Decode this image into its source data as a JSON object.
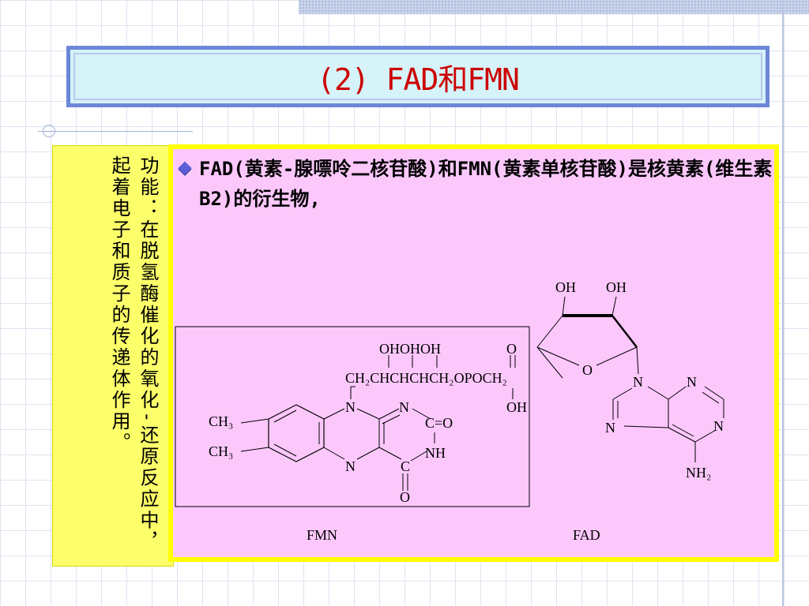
{
  "slide": {
    "title": "(2) FAD和FMN",
    "side_note": "功能：在脱氢酶催化的氧化-还原反应中，起着电子和质子的传递体作用。",
    "main_paragraph": "FAD(黄素-腺嘌呤二核苷酸)和FMN(黄素单核苷酸)是核黄素(维生素B2)的衍生物,"
  },
  "structure": {
    "ribitol_oh_row": "OHOHOH",
    "chain": "CH₂CHCHCHCH₂OPOCH₂",
    "phosphate_o": "O",
    "phosphate_oh": "OH",
    "ribose_oh_left": "OH",
    "ribose_oh_right": "OH",
    "ribose_o": "O",
    "methyl_top": "CH₃",
    "methyl_bottom": "CH₃",
    "flavin_n1": "N",
    "flavin_n2": "N",
    "flavin_n3": "N",
    "flavin_co": "C=O",
    "flavin_nh": "NH",
    "flavin_c": "C",
    "flavin_o": "O",
    "adenine_n9": "N",
    "adenine_n_top": "N",
    "adenine_n_left": "N",
    "adenine_n_right": "N",
    "adenine_nh2": "NH₂",
    "label_fmn": "FMN",
    "label_fad": "FAD"
  },
  "colors": {
    "title_text": "#cc0000",
    "title_bg": "#d5f3f8",
    "title_border": "#6c86d8",
    "side_bg": "#fcff6a",
    "main_bg": "#fcc8fc",
    "main_border": "#ffff00",
    "bullet": "#5b5fd6"
  }
}
